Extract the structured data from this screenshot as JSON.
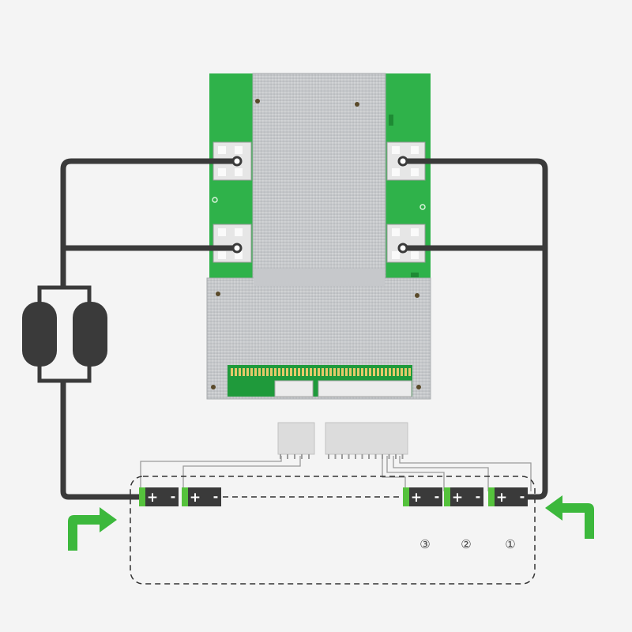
{
  "colors": {
    "background": "#f4f4f4",
    "pcb_green": "#2fb24a",
    "heatsink": "#c9cbcd",
    "wire": "#3a3a3a",
    "arrow": "#3cb83c",
    "cell_body": "#3a3a3a",
    "cell_terminal": "#55c23c"
  },
  "icons": [
    "bms-board",
    "heatsink",
    "solder-pad",
    "balance-connector",
    "fuse-icon",
    "battery-cell-icon",
    "current-arrow-icon"
  ],
  "cells": [
    {
      "polarity_plus": "+",
      "polarity_minus": "-"
    },
    {
      "polarity_plus": "+",
      "polarity_minus": "-"
    },
    {
      "polarity_plus": "+",
      "polarity_minus": "-",
      "label": "③"
    },
    {
      "polarity_plus": "+",
      "polarity_minus": "-",
      "label": "②"
    },
    {
      "polarity_plus": "+",
      "polarity_minus": "-",
      "label": "①"
    }
  ]
}
